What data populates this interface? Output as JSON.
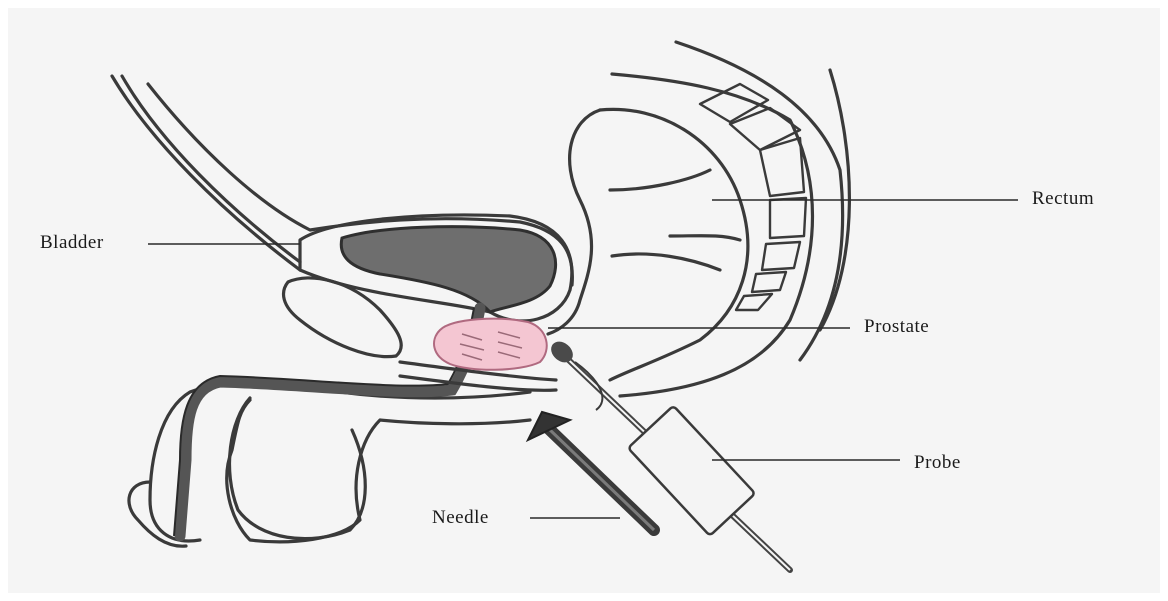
{
  "labels": {
    "bladder": "Bladder",
    "rectum": "Rectum",
    "prostate": "Prostate",
    "probe": "Probe",
    "needle": "Needle"
  },
  "colors": {
    "background": "#f5f5f5",
    "outline": "#3a3a3a",
    "bladder_fill": "#6e6e6e",
    "urethra_fill": "#6e6e6e",
    "prostate_fill": "#f4c6d2",
    "prostate_stroke": "#b06a80",
    "needle_fill": "#4a4a4a",
    "probe_fill": "#f4f4f4"
  }
}
